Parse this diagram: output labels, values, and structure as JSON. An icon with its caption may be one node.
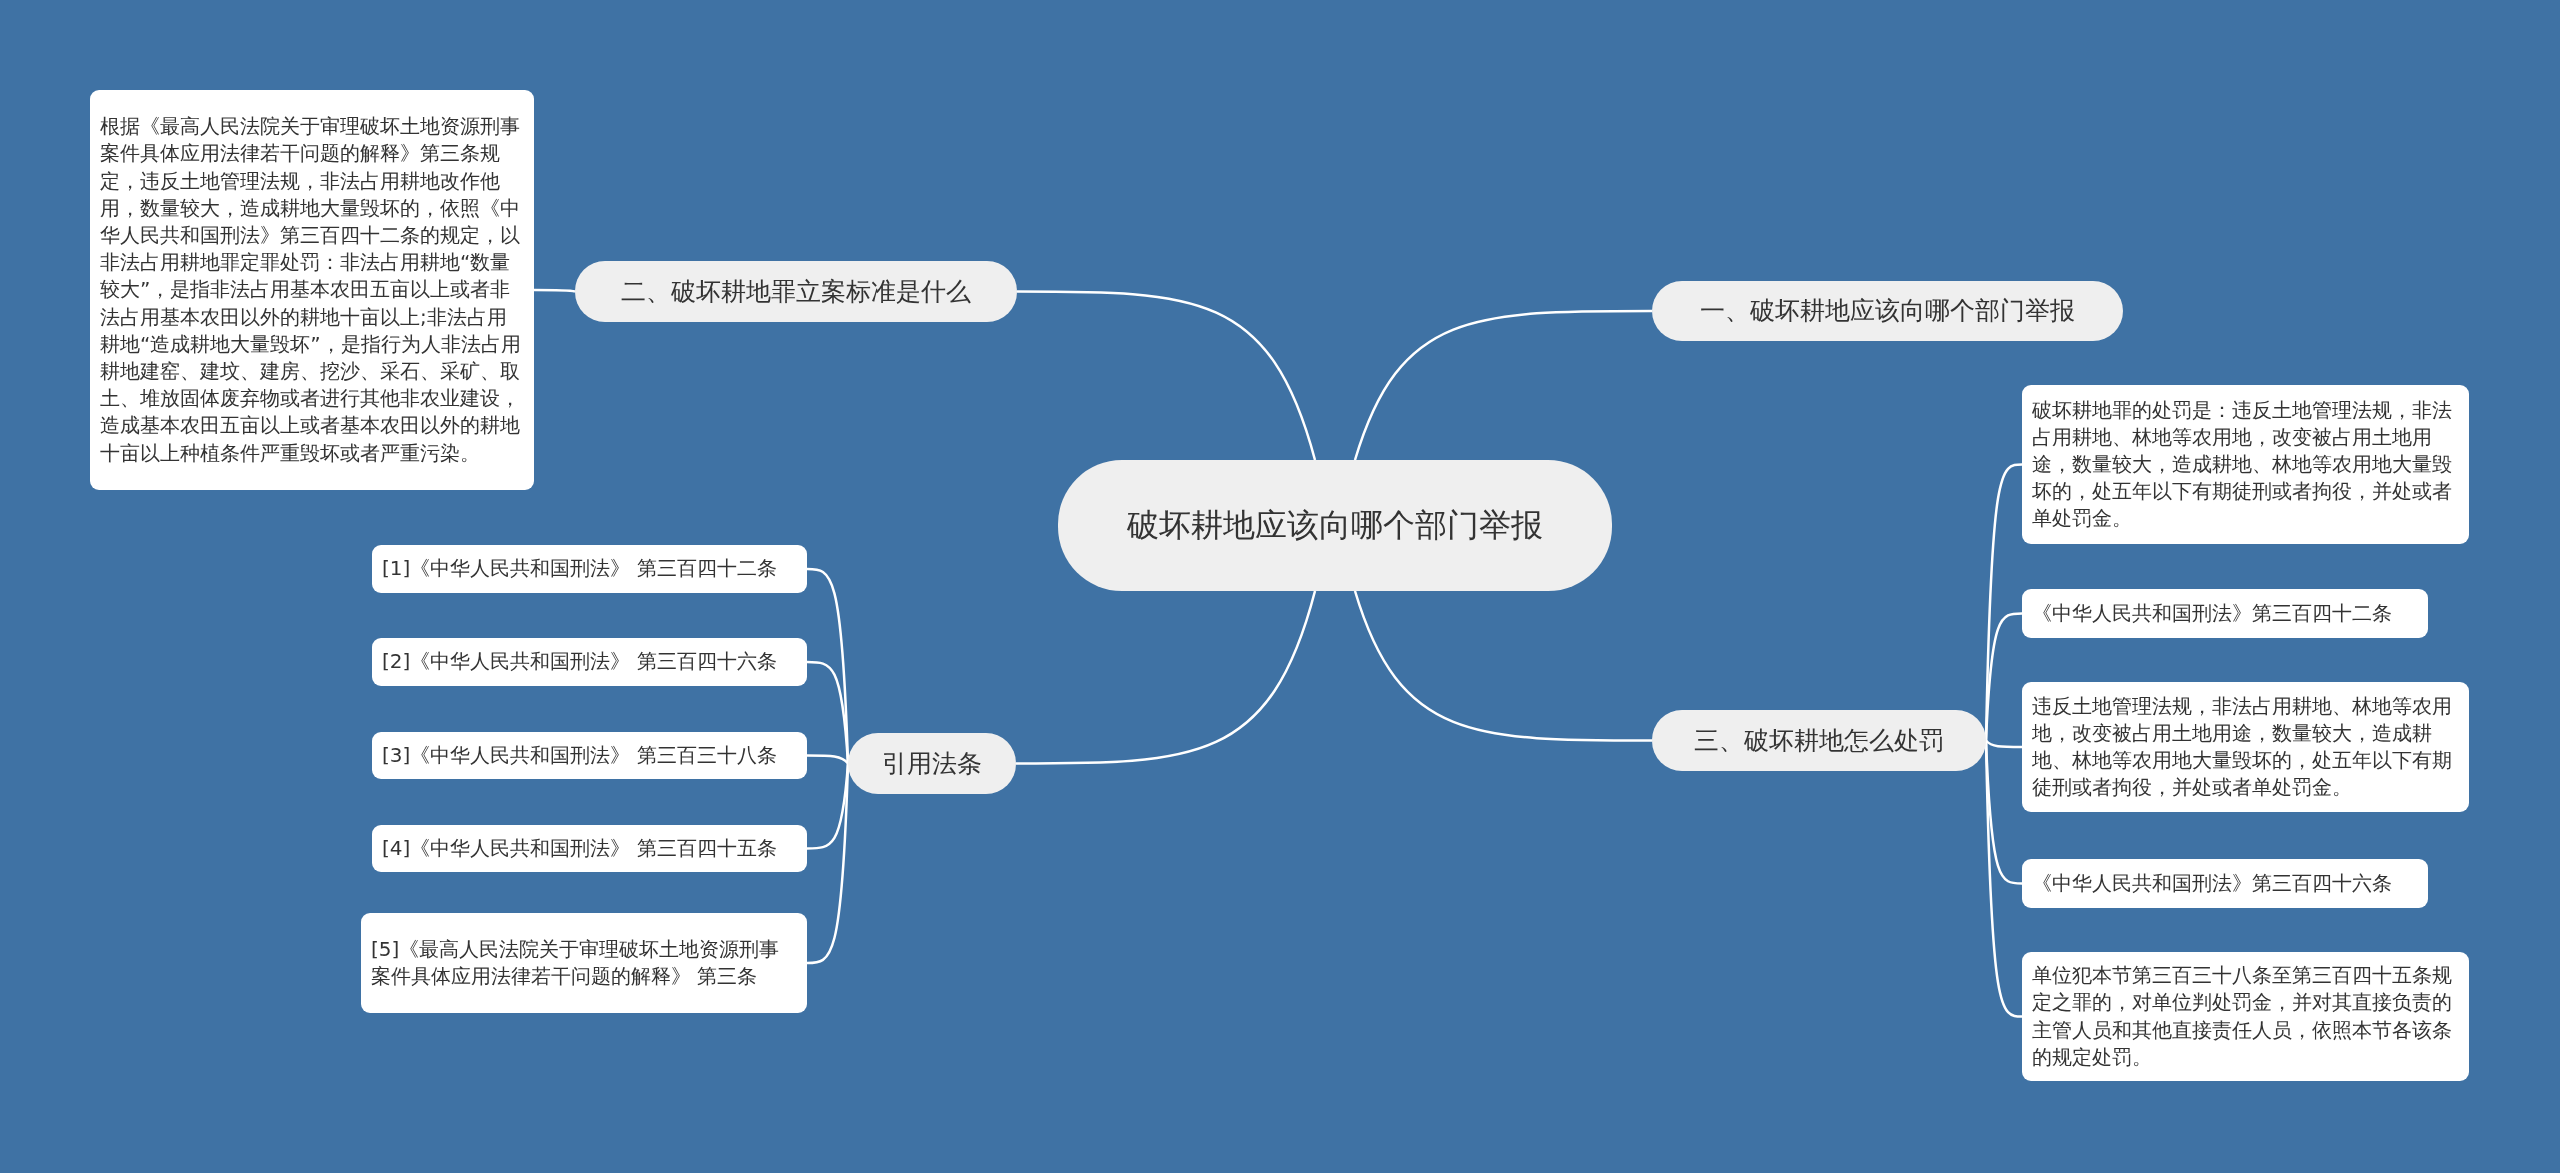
{
  "diagram": {
    "nodes": [
      {
        "text": [
          "破坏耕地应该向哪个部门举报"
        ]
      },
      {
        "text": [
          "一、破坏耕地应该向哪个部门举报"
        ]
      },
      {
        "text": [
          "二、破坏耕地罪立案标准是什么"
        ]
      },
      {
        "text": [
          "根据《最高人民法院关于审理破坏土地资源刑事案件具体应用法律若干问题的解释》第三条规定，违反土地管理法规，非法占用耕地改作他用，数量较大，造成耕地大量毁坏的，依照《中华人民共和国刑法》第三百四十二条的规定，以非法占用耕地罪定罪处罚：非法占用耕地“数量较大”，是指非法占用基本农田五亩以上或者非法占用基本农田以外的耕地十亩以上;非法占用耕地“造成耕地大量毁坏”，是指行为人非法占用耕地建窑、建坟、建房、挖沙、采石、采矿、取土、堆放固体废弃物或者进行其他非农业建设，造成基本农田五亩以上或者基本农田以外的耕地十亩以上种植条件严重毁坏或者严重污染。"
        ]
      },
      {
        "text": [
          "三、破坏耕地怎么处罚"
        ]
      },
      {
        "text": [
          "破坏耕地罪的处罚是：违反土地管理法规，非法占用耕地、林地等农用地，改变被占用土地用途，数量较大，造成耕地、林地等农用地大量毁坏的，处五年以下有期徒刑或者拘役，并处或者单处罚金。"
        ]
      },
      {
        "text": [
          "《中华人民共和国刑法》第三百四十二条"
        ]
      },
      {
        "text": [
          "违反土地管理法规，非法占用耕地、林地等农用地，改变被占用土地用途，数量较大，造成耕地、林地等农用地大量毁坏的，处五年以下有期徒刑或者拘役，并处或者单处罚金。"
        ]
      },
      {
        "text": [
          "《中华人民共和国刑法》第三百四十六条"
        ]
      },
      {
        "text": [
          "单位犯本节第三百三十八条至第三百四十五条规定之罪的，对单位判处罚金，并对其直接负责的主管人员和其他直接责任人员，依照本节各该条的规定处罚。"
        ]
      },
      {
        "text": [
          "引用法条"
        ]
      },
      {
        "text": [
          "[1]《中华人民共和国刑法》 第三百四十二条"
        ]
      },
      {
        "text": [
          "[2]《中华人民共和国刑法》 第三百四十六条"
        ]
      },
      {
        "text": [
          "[3]《中华人民共和国刑法》 第三百三十八条"
        ]
      },
      {
        "text": [
          "[4]《中华人民共和国刑法》 第三百四十五条"
        ]
      },
      {
        "text": [
          "[5]《最高人民法院关于审理破坏土地资源刑事案件具体应用法律若干问题的解释》 第三条"
        ]
      }
    ],
    "edges": [
      {
        "from": 0,
        "to": 1,
        "arrow": "none"
      },
      {
        "from": 0,
        "to": 2,
        "arrow": "none"
      },
      {
        "from": 2,
        "to": 3,
        "arrow": "none"
      },
      {
        "from": 0,
        "to": 4,
        "arrow": "none"
      },
      {
        "from": 4,
        "to": 5,
        "arrow": "none"
      },
      {
        "from": 4,
        "to": 6,
        "arrow": "none"
      },
      {
        "from": 4,
        "to": 7,
        "arrow": "none"
      },
      {
        "from": 4,
        "to": 8,
        "arrow": "none"
      },
      {
        "from": 4,
        "to": 9,
        "arrow": "none"
      },
      {
        "from": 0,
        "to": 10,
        "arrow": "none"
      },
      {
        "from": 10,
        "to": 11,
        "arrow": "none"
      },
      {
        "from": 10,
        "to": 12,
        "arrow": "none"
      },
      {
        "from": 10,
        "to": 13,
        "arrow": "none"
      },
      {
        "from": 10,
        "to": 14,
        "arrow": "none"
      },
      {
        "from": 10,
        "to": 15,
        "arrow": "none"
      }
    ]
  }
}
